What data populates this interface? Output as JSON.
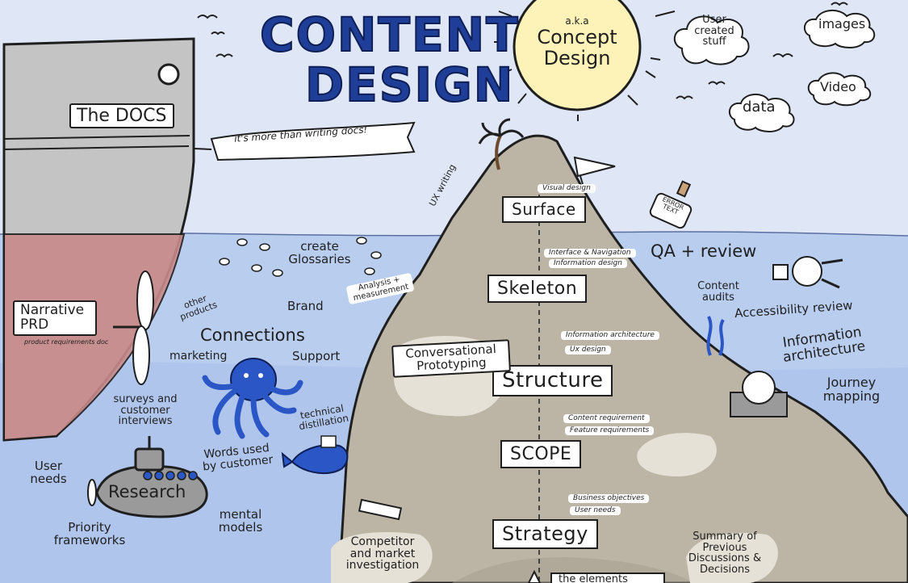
{
  "title": {
    "line1": "CONTENT",
    "line2": "DESIGN"
  },
  "sun": {
    "aka": "a.k.a",
    "line1": "Concept",
    "line2": "Design"
  },
  "clouds": {
    "user_created": "User created stuff",
    "images": "images",
    "video": "Video",
    "data": "data"
  },
  "ship": {
    "docs": "The DOCS",
    "banner": "it's more than writing docs!",
    "narrative": "Narrative PRD",
    "prd_note": "product requirements doc"
  },
  "layers": {
    "surface": "Surface",
    "skeleton": "Skeleton",
    "structure": "Structure",
    "scope": "SCOPE",
    "strategy": "Strategy"
  },
  "layer_notes": {
    "visual_design": "Visual design",
    "interface_navigation": "Interface & Navigation",
    "information_design": "Information design",
    "information_architecture": "Information architecture",
    "ux_design": "Ux design",
    "content_requirements": "Content requirement",
    "feature_requirements": "Feature requirements",
    "business_objectives": "Business objectives",
    "user_needs": "User needs",
    "elements": "the elements"
  },
  "left_labels": {
    "ux_writing": "UX writing",
    "create_glossaries": "create Glossaries",
    "analysis_measurement": "Analysis + measurement",
    "other_products": "other products",
    "brand": "Brand",
    "connections": "Connections",
    "marketing": "marketing",
    "support": "Support",
    "surveys": "surveys and customer interviews",
    "technical_distillation": "technical distillation",
    "conversational_prototyping": "Conversational Prototyping",
    "user_needs": "User needs",
    "words_used": "Words used by customer",
    "research": "Research",
    "mental_models": "mental models",
    "priority_frameworks": "Priority frameworks",
    "competitor": "Competitor and market investigation"
  },
  "right_labels": {
    "error_text": "ERROR TEXT",
    "qa_review": "QA + review",
    "content_audits": "Content audits",
    "accessibility_review": "Accessibility review",
    "information_architecture": "Information architecture",
    "journey_mapping": "Journey mapping",
    "summary": "Summary of Previous Discussions & Decisions"
  },
  "colors": {
    "sky": "#dfe7f7",
    "sea": "#b9cdee",
    "sea_deep": "#a9c0ea",
    "rock": "#bcb5a6",
    "rock_dark": "#8f8878",
    "title_blue": "#1f3e98",
    "ship_hull": "#c4c4c4",
    "ship_red": "#c88a8a",
    "octopus": "#2a56c6",
    "sun": "#fdf3b8",
    "ink": "#1f1f1f"
  }
}
